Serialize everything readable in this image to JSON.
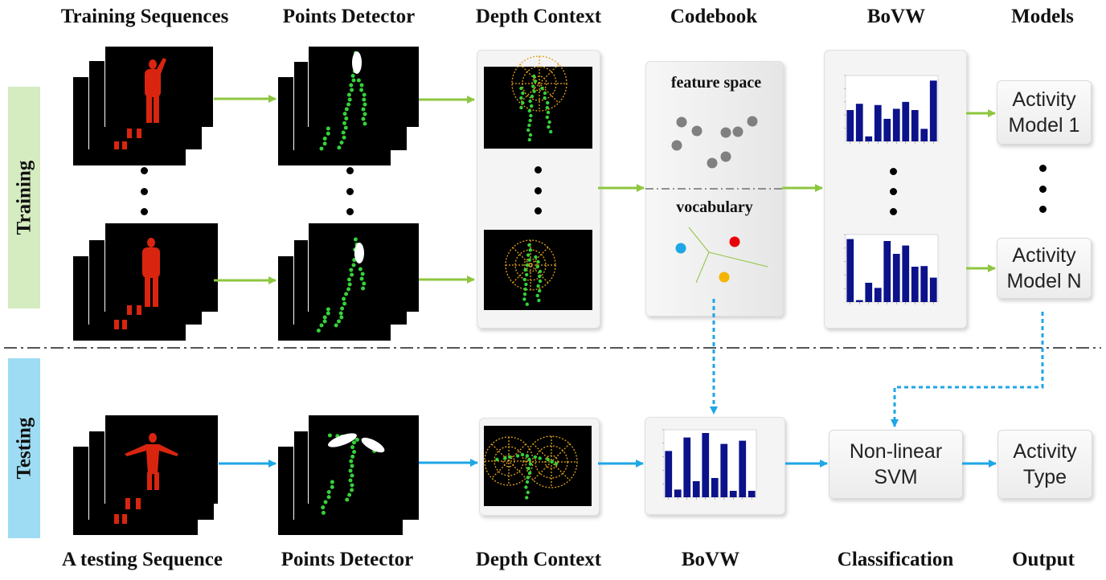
{
  "headers": {
    "training_sequences": "Training Sequences",
    "points_detector": "Points Detector",
    "depth_context": "Depth Context",
    "codebook": "Codebook",
    "bovw": "BoVW",
    "models": "Models"
  },
  "footers": {
    "testing_sequence": "A testing Sequence",
    "points_detector": "Points Detector",
    "depth_context": "Depth Context",
    "bovw": "BoVW",
    "classification": "Classification",
    "output": "Output"
  },
  "phases": {
    "training": "Training",
    "testing": "Testing"
  },
  "codebook": {
    "feature_space": "feature space",
    "vocabulary": "vocabulary"
  },
  "models": {
    "model_1_line1": "Activity",
    "model_1_line2": "Model 1",
    "model_n_line1": "Activity",
    "model_n_line2": "Model N"
  },
  "classifier": {
    "line1": "Non-linear",
    "line2": "SVM"
  },
  "output": {
    "line1": "Activity",
    "line2": "Type"
  },
  "colors": {
    "training_arrow": "#8dc63f",
    "testing_arrow": "#1ea6e6",
    "training_band": "#d5ebc0",
    "testing_band": "#9ddcf3",
    "bar": "#0b128a",
    "skeleton_point": "#35d13a",
    "body": "#d9250f",
    "context_ring": "#e0a21e"
  },
  "histograms": {
    "training_1": [
      0.5,
      0.6,
      0.08,
      0.58,
      0.36,
      0.52,
      0.63,
      0.5,
      0.2,
      0.97
    ],
    "training_n": [
      0.98,
      0.03,
      0.3,
      0.22,
      0.95,
      0.75,
      0.88,
      0.55,
      0.56,
      0.38
    ],
    "testing": [
      0.72,
      0.12,
      0.93,
      0.25,
      1.0,
      0.3,
      0.83,
      0.1,
      0.88,
      0.1
    ]
  }
}
